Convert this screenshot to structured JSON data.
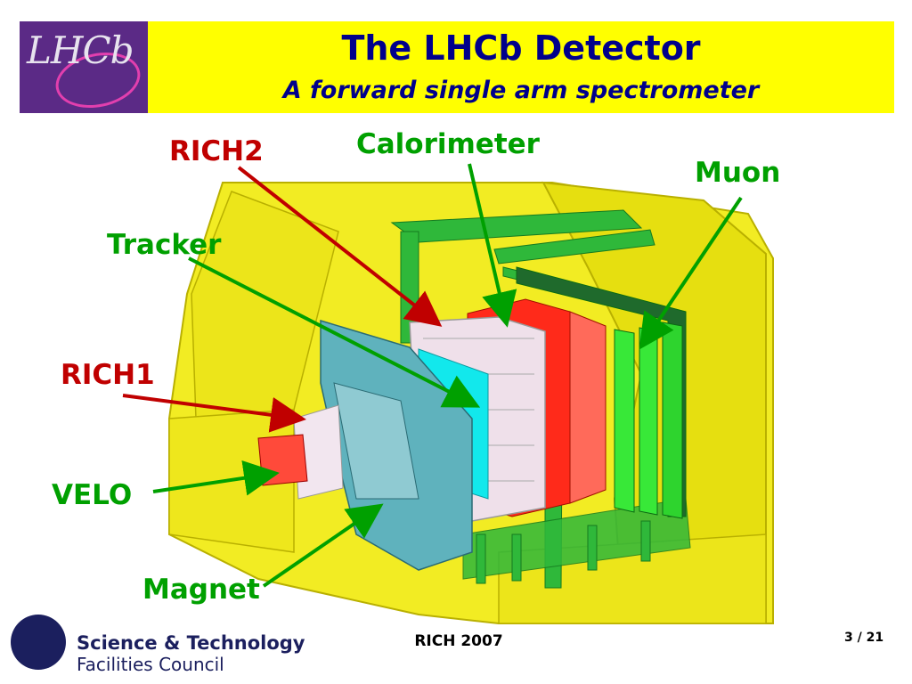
{
  "logo": {
    "text": "LHCb"
  },
  "title": {
    "main": "The LHCb Detector",
    "sub": "A forward single arm spectrometer"
  },
  "labels": {
    "rich2": "RICH2",
    "calorimeter": "Calorimeter",
    "muon": "Muon",
    "tracker": "Tracker",
    "rich1": "RICH1",
    "velo": "VELO",
    "magnet": "Magnet"
  },
  "colors": {
    "title_bar": "#ffff00",
    "title_text": "#00008b",
    "red_label": "#c00000",
    "green_label": "#00a000",
    "logo_bg": "#5b2a86"
  },
  "footer": {
    "org_line1": "Science & Technology",
    "org_line2": "Facilities Council",
    "event": "RICH 2007",
    "page": "3 / 21"
  }
}
